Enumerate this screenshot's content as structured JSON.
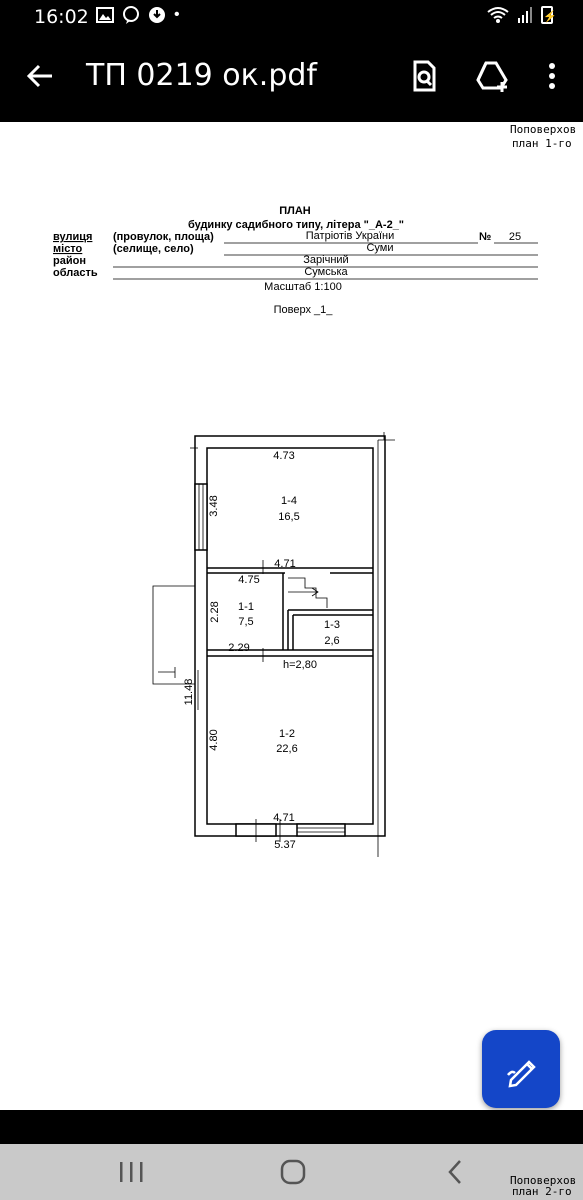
{
  "status_bar": {
    "time": "16:02",
    "notification_dot": "•",
    "battery": "⚡"
  },
  "app_bar": {
    "title": "ТП 0219 ок.pdf"
  },
  "page": {
    "header_right_top": [
      "Поповерхов",
      "план  1-го"
    ],
    "heading": "ПЛАН",
    "subtitle": "будинку садибного типу, літера \"_А-2_\"",
    "rows": [
      {
        "label": "вулиця",
        "sublabel": "(провулок, площа)",
        "value": "Патріотів України",
        "no_label": "№",
        "no_value": "25"
      },
      {
        "label": "місто",
        "sublabel": "(селище, село)",
        "value": "Суми"
      },
      {
        "label": "район",
        "value": "Зарічний"
      },
      {
        "label": "область",
        "value": "Сумська"
      }
    ],
    "scale": "Масштаб 1:100",
    "floor": "Поверх _1_",
    "bottom_right_overflow": [
      "Поповерхов",
      "план 2-го"
    ]
  },
  "plan": {
    "dims": {
      "top_width": "4.73",
      "room14_height": "3.48",
      "mid_width": "4.71",
      "stair_width": "4.75",
      "room11_height": "2.28",
      "room11_width": "2.29",
      "ceiling": "h=2,80",
      "total_height": "11.48",
      "room12_height": "4.80",
      "bottom_inner": "4.71",
      "bottom_outer": "5.37"
    },
    "rooms": [
      {
        "id": "1-4",
        "area": "16,5"
      },
      {
        "id": "1-1",
        "area": "7,5"
      },
      {
        "id": "1-3",
        "area": "2,6"
      },
      {
        "id": "1-2",
        "area": "22,6"
      }
    ]
  }
}
